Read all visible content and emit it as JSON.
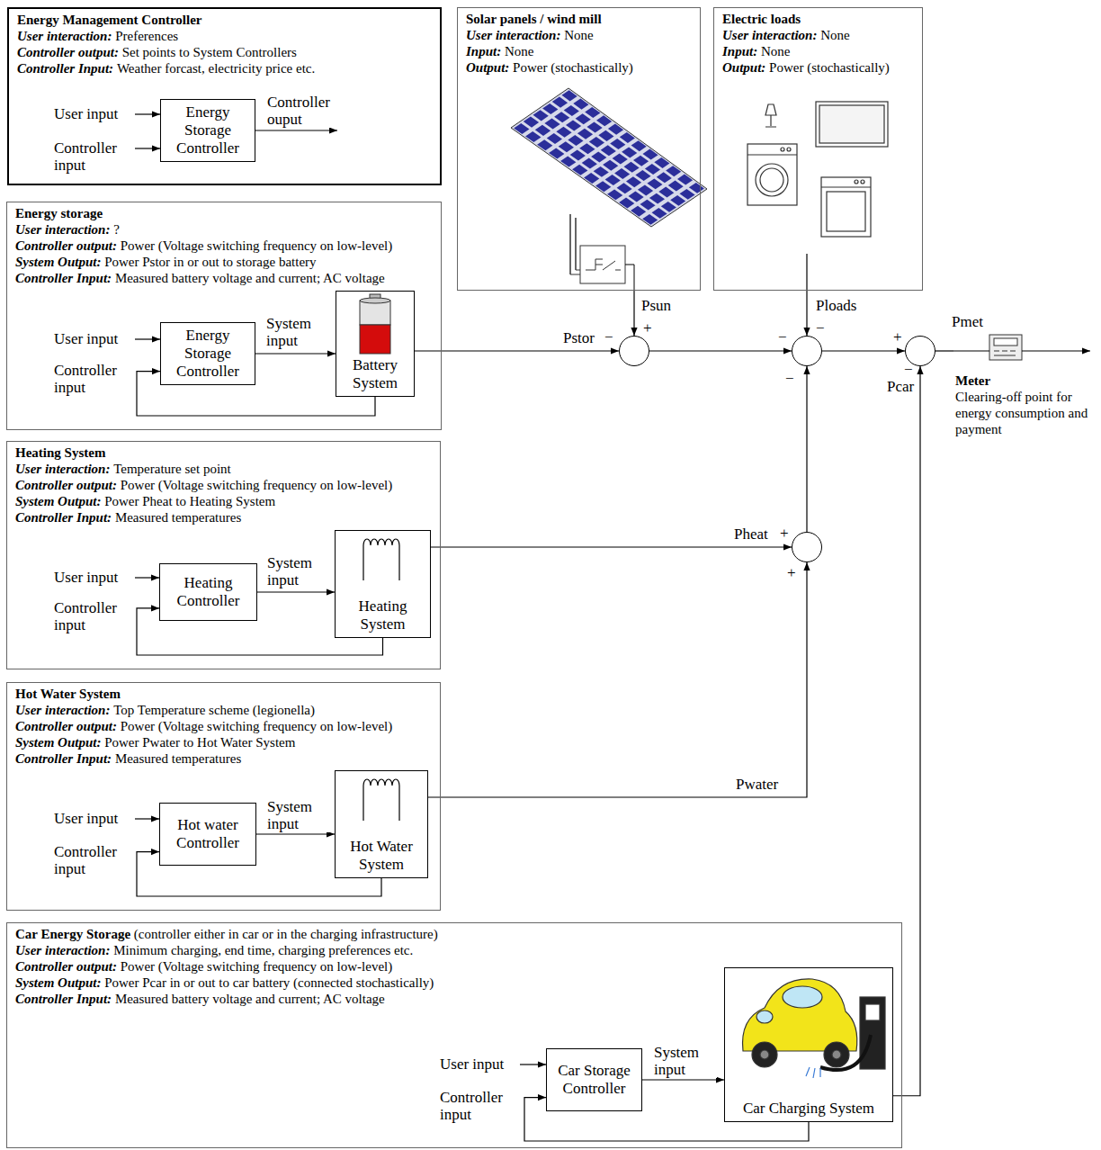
{
  "diagram": {
    "nodes": [
      {
        "text": [
          "Energy Management Controller",
          "User interaction:",
          "Preferences",
          "Controller output:",
          "Set points to System Controllers",
          "Controller Input:",
          "Weather forcast, electricity price etc."
        ]
      },
      {
        "text": [
          "Energy Storage Controller"
        ],
        "in": 0
      },
      {
        "text": [
          "Solar panels / wind mill",
          "User interaction:",
          "None",
          "Input:",
          "None",
          "Output:",
          "Power (stochastically)"
        ]
      },
      {
        "text": [
          "Electric loads",
          "User interaction:",
          "None",
          "Input:",
          "None",
          "Output:",
          "Power (stochastically)"
        ]
      },
      {
        "text": [
          "Energy storage",
          "User interaction:",
          "?",
          "Controller output:",
          "Power (Voltage switching frequency on low-level)",
          "System Output:",
          "Power Pstor in or out to storage battery",
          "Controller Input:",
          "Measured battery voltage and current; AC voltage"
        ]
      },
      {
        "text": [
          "Energy Storage Controller"
        ],
        "in": 4
      },
      {
        "text": [
          "Battery System"
        ],
        "in": 4
      },
      {
        "text": [
          "Heating System",
          "User interaction:",
          "Temperature set point",
          "Controller output:",
          "Power (Voltage switching frequency on low-level)",
          "System Output:",
          "Power Pheat to Heating System",
          "Controller Input:",
          "Measured temperatures"
        ]
      },
      {
        "text": [
          "Heating Controller"
        ],
        "in": 7
      },
      {
        "text": [
          "Heating System"
        ],
        "in": 7
      },
      {
        "text": [
          "Hot Water System",
          "User interaction:",
          "Top Temperature scheme (legionella)",
          "Controller output:",
          "Power (Voltage switching frequency on low-level)",
          "System Output:",
          "Power Pwater to Hot Water System",
          "Controller Input:",
          "Measured temperatures"
        ]
      },
      {
        "text": [
          "Hot water Controller"
        ],
        "in": 10
      },
      {
        "text": [
          "Hot Water System"
        ],
        "in": 10
      },
      {
        "text": [
          "Car Energy Storage",
          "(controller either in car or in the charging infrastructure)",
          "User interaction:",
          "Minimum charging, end time, charging preferences etc.",
          "Controller output:",
          "Power (Voltage switching frequency on low-level)",
          "System Output:",
          "Power Pcar in or out to car battery (connected stochastically)",
          "Controller Input:",
          "Measured battery voltage and current; AC voltage"
        ]
      },
      {
        "text": [
          "Car Storage Controller"
        ],
        "in": 13
      },
      {
        "text": [
          "Car Charging System"
        ],
        "in": 13
      },
      {
        "text": [
          "−",
          "+"
        ]
      },
      {
        "text": [
          "−",
          "−",
          "−"
        ]
      },
      {
        "text": [
          "+",
          "−"
        ]
      },
      {
        "text": [
          "+",
          "+"
        ]
      },
      {
        "text": [
          "Meter",
          "Clearing-off point for energy consumption and payment"
        ]
      }
    ],
    "edges": [
      {
        "from": 5,
        "to": 6,
        "label": "System input",
        "arrow": "to"
      },
      {
        "from": 6,
        "to": 5,
        "arrow": "to"
      },
      {
        "from": 8,
        "to": 9,
        "label": "System input",
        "arrow": "to"
      },
      {
        "from": 9,
        "to": 8,
        "arrow": "to"
      },
      {
        "from": 11,
        "to": 12,
        "label": "System input",
        "arrow": "to"
      },
      {
        "from": 12,
        "to": 11,
        "arrow": "to"
      },
      {
        "from": 14,
        "to": 15,
        "label": "System input",
        "arrow": "to"
      },
      {
        "from": 15,
        "to": 14,
        "arrow": "to"
      },
      {
        "from": 6,
        "to": 16,
        "label": "Pstor",
        "arrow": "to"
      },
      {
        "from": 2,
        "to": 16,
        "label": "Psun",
        "arrow": "to"
      },
      {
        "from": 3,
        "to": 17,
        "label": "Ploads",
        "arrow": "to"
      },
      {
        "from": 16,
        "to": 17,
        "arrow": "to"
      },
      {
        "from": 19,
        "to": 17,
        "arrow": "to"
      },
      {
        "from": 9,
        "to": 19,
        "label": "Pheat",
        "arrow": "to"
      },
      {
        "from": 12,
        "to": 19,
        "label": "Pwater",
        "arrow": "to"
      },
      {
        "from": 17,
        "to": 18,
        "arrow": "to"
      },
      {
        "from": 15,
        "to": 18,
        "label": "Pcar",
        "arrow": "to"
      },
      {
        "from": 18,
        "to": 20,
        "label": "Pmet",
        "arrow": "none"
      }
    ],
    "labels": [
      "User input",
      "Controller input",
      "Controller ouput",
      "User input",
      "Controller input",
      "User input",
      "Controller input",
      "User input",
      "Controller input",
      "User input",
      "Controller input"
    ]
  }
}
